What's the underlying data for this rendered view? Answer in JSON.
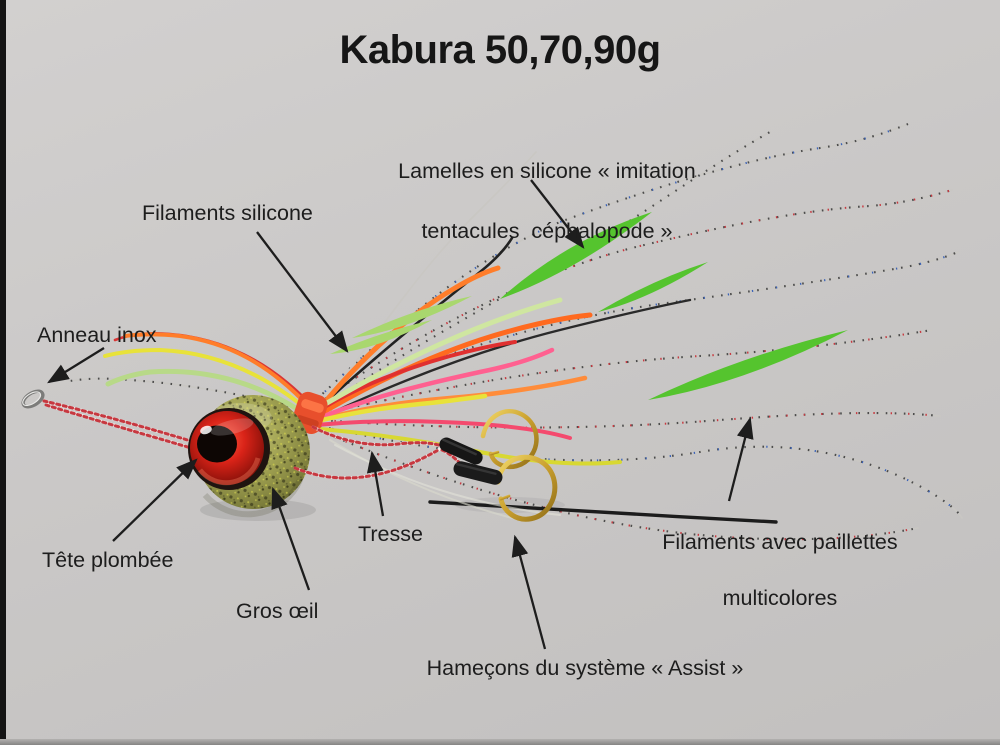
{
  "title": "Kabura 50,70,90g",
  "labels": {
    "lamelles_line1": "Lamelles en silicone « imitation",
    "lamelles_line2": "tentacules  céphalopode »",
    "filaments_silicone": "Filaments silicone",
    "anneau": "Anneau inox",
    "tete": "Tête plombée",
    "gros_oeil": "Gros œil",
    "tresse": "Tresse",
    "hamecons": "Hameçons du système « Assist »",
    "paillettes_line1": "Filaments avec paillettes",
    "paillettes_line2": "multicolores"
  },
  "colors": {
    "ink": "#1d1d1d",
    "arrow": "#1d1d1d",
    "bg": "#c9c7c6",
    "head-olive": "#9b9c4e",
    "eye-red": "#d92318",
    "pupil": "#0d0604",
    "collar-orange": "#e84f2c",
    "blade-green": "#55c42e",
    "braid-red": "#c73840",
    "hook-gold": "#caa02e",
    "sparkle-gray": "#c9c7c3"
  }
}
